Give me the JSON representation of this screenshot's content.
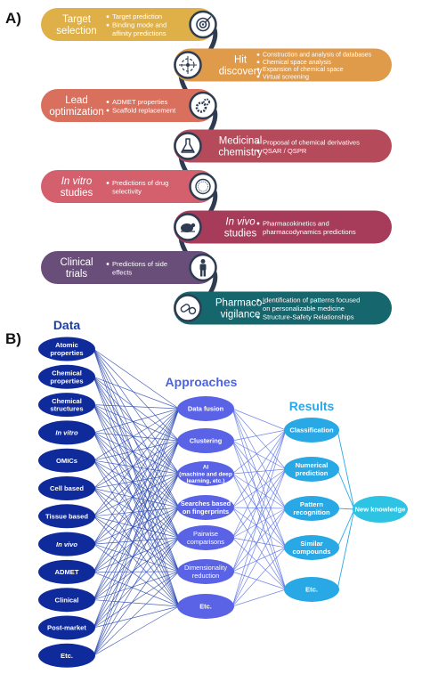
{
  "panel_a": {
    "label": "A)",
    "steps": [
      {
        "title": [
          "Target",
          "selection"
        ],
        "italic": false,
        "side": "left",
        "color": "#e0b048",
        "icon": "target-icon",
        "bullets": [
          "Target prediction",
          "Binding mode and",
          "affinity predictions"
        ]
      },
      {
        "title": [
          "Hit",
          "discovery"
        ],
        "italic": false,
        "side": "right",
        "color": "#df9a4a",
        "icon": "crosshair-molecule-icon",
        "bullets": [
          "Construction and analysis of databases",
          "Chemical space analysis",
          "Expansion of chemical space",
          "Virtual screening"
        ]
      },
      {
        "title": [
          "Lead",
          "optimization"
        ],
        "italic": false,
        "side": "left",
        "color": "#d9705e",
        "icon": "gears-icon",
        "bullets": [
          "ADMET properties",
          "Scaffold replacement"
        ]
      },
      {
        "title": [
          "Medicinal",
          "chemistry"
        ],
        "italic": false,
        "side": "right",
        "color": "#b44a5a",
        "icon": "flask-icon",
        "bullets": [
          "Proposal of chemical derivatives",
          "QSAR / QSPR"
        ]
      },
      {
        "title": [
          "In vitro",
          "studies"
        ],
        "italic": true,
        "side": "left",
        "color": "#d4606e",
        "icon": "petri-dish-icon",
        "bullets": [
          "Predictions of drug",
          "selectivity"
        ]
      },
      {
        "title": [
          "In vivo",
          "studies"
        ],
        "italic": true,
        "side": "right",
        "color": "#a63b5a",
        "icon": "mouse-icon",
        "bullets": [
          "Pharmacokinetics and",
          "pharmacodynamics predictions"
        ]
      },
      {
        "title": [
          "Clinical",
          "trials"
        ],
        "italic": false,
        "side": "left",
        "color": "#6a4e7a",
        "icon": "person-icon",
        "bullets": [
          "Predictions of side",
          "effects"
        ]
      },
      {
        "title": [
          "Pharmaco-",
          "vigilance"
        ],
        "italic": false,
        "side": "right",
        "color": "#16666e",
        "icon": "pills-icon",
        "bullets": [
          "Identification of patterns focused",
          "on personalizable medicine",
          "Structure-Safety Relationships"
        ]
      }
    ]
  },
  "panel_b": {
    "label": "B)",
    "data_header": "Data",
    "approaches_header": "Approaches",
    "results_header": "Results",
    "data_nodes": [
      {
        "lines": [
          "Atomic",
          "properties"
        ],
        "italic": false
      },
      {
        "lines": [
          "Chemical",
          "properties"
        ],
        "italic": false
      },
      {
        "lines": [
          "Chemical",
          "structures"
        ],
        "italic": false
      },
      {
        "lines": [
          "In vitro"
        ],
        "italic": true
      },
      {
        "lines": [
          "OMICs"
        ],
        "italic": false
      },
      {
        "lines": [
          "Cell based"
        ],
        "italic": false
      },
      {
        "lines": [
          "Tissue based"
        ],
        "italic": false
      },
      {
        "lines": [
          "In vivo"
        ],
        "italic": true
      },
      {
        "lines": [
          "ADMET"
        ],
        "italic": false
      },
      {
        "lines": [
          "Clinical"
        ],
        "italic": false
      },
      {
        "lines": [
          "Post-market"
        ],
        "italic": false
      },
      {
        "lines": [
          "Etc."
        ],
        "italic": false
      }
    ],
    "approach_nodes": [
      {
        "lines": [
          "Data fusion"
        ],
        "weight": "bold"
      },
      {
        "lines": [
          "Clustering"
        ],
        "weight": "bold"
      },
      {
        "lines": [
          "AI",
          "(machine and deep",
          "learning, etc.)"
        ],
        "weight": "bold"
      },
      {
        "lines": [
          "Searches based",
          "on fingerprints"
        ],
        "weight": "bold"
      },
      {
        "lines": [
          "Pairwise",
          "comparisons"
        ],
        "weight": "normal"
      },
      {
        "lines": [
          "Dimensionality",
          "reduction"
        ],
        "weight": "normal"
      },
      {
        "lines": [
          "Etc."
        ],
        "weight": "bold"
      }
    ],
    "result_nodes": [
      {
        "lines": [
          "Classification"
        ]
      },
      {
        "lines": [
          "Numerical",
          "prediction"
        ]
      },
      {
        "lines": [
          "Pattern",
          "recognition"
        ]
      },
      {
        "lines": [
          "Similar",
          "compounds"
        ]
      },
      {
        "lines": [
          "Etc."
        ]
      }
    ],
    "final_node": {
      "lines": [
        "New knowledge"
      ]
    },
    "colors": {
      "data_node": "#0f2a9a",
      "approach_node": "#5a63e6",
      "result_node": "#29a8e6",
      "final_node": "#2cc4e2",
      "data_header": "#1a3ea8",
      "approaches_header": "#4b63e0",
      "results_header": "#29a8e6",
      "edge_data": "#2c49b0",
      "edge_approach": "#5b72e8"
    }
  }
}
